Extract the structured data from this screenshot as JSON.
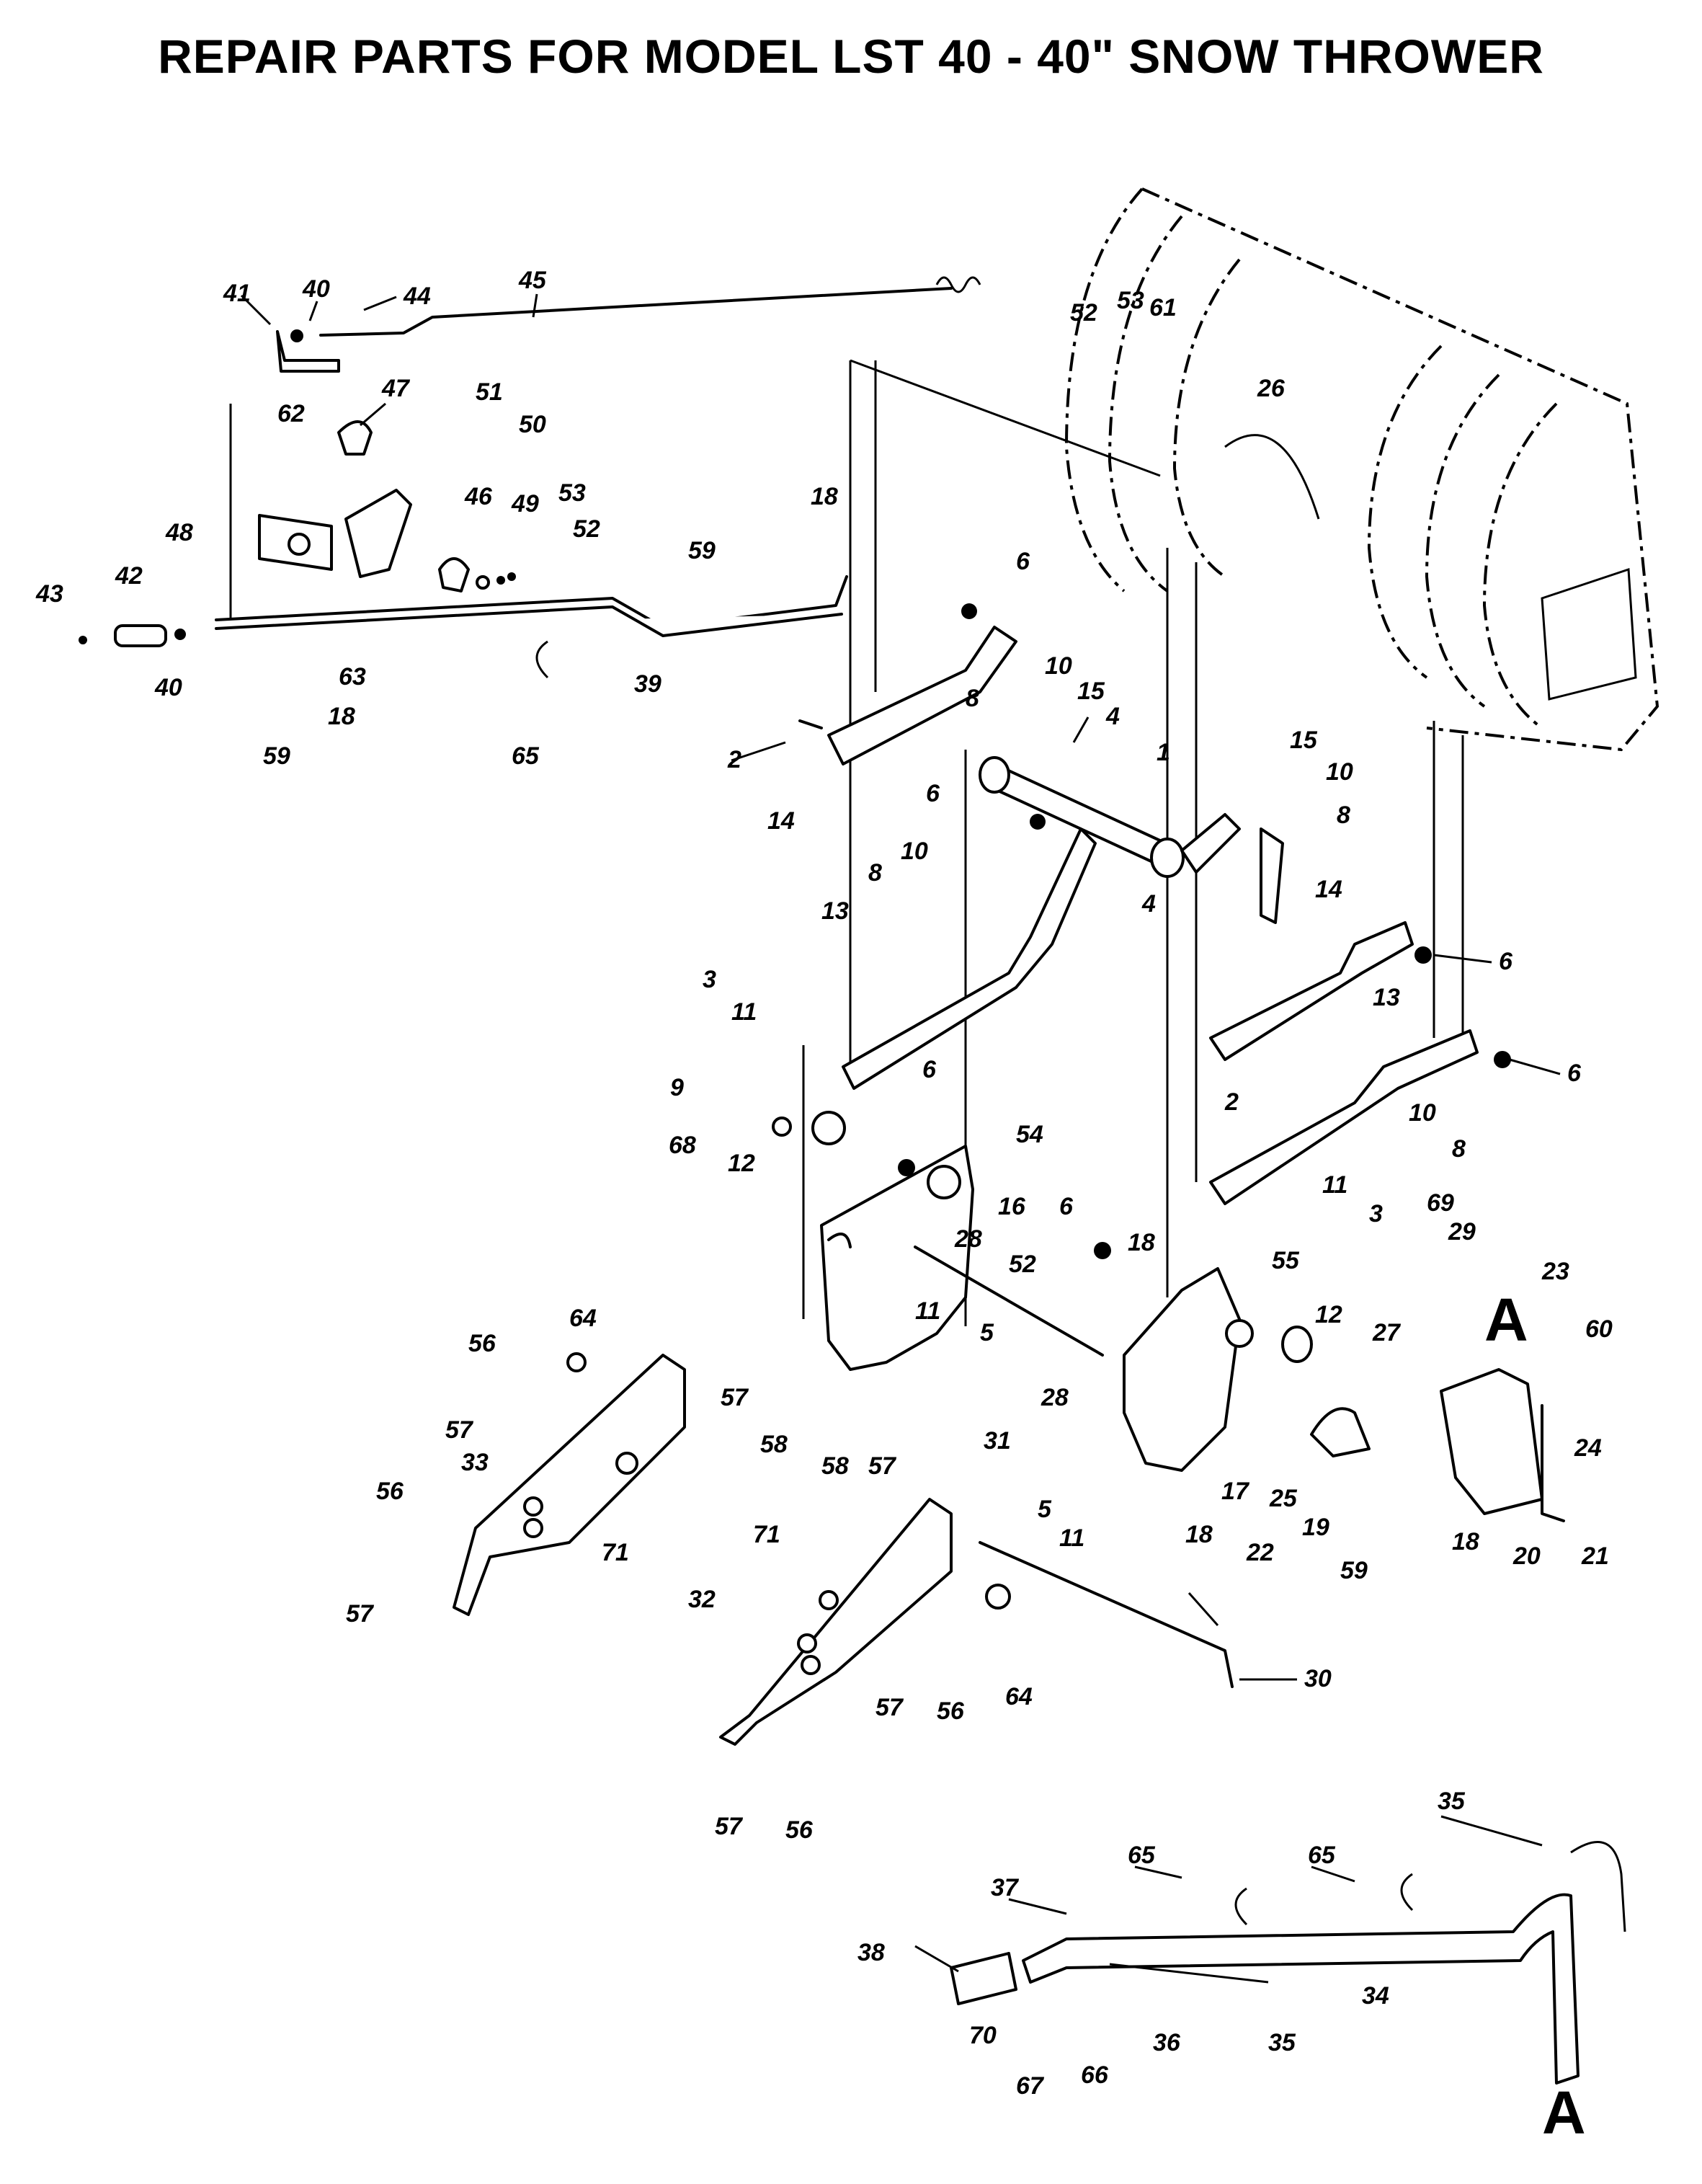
{
  "title": "REPAIR PARTS FOR MODEL LST 40 - 40\" SNOW THROWER",
  "section_markers": [
    "A",
    "A"
  ],
  "part_labels": {
    "p1": "1",
    "p2a": "2",
    "p2b": "2",
    "p3a": "3",
    "p3b": "3",
    "p4a": "4",
    "p4b": "4",
    "p5a": "5",
    "p5b": "5",
    "p6a": "6",
    "p6b": "6",
    "p6c": "6",
    "p6d": "6",
    "p6e": "6",
    "p6f": "6",
    "p8a": "8",
    "p8b": "8",
    "p8c": "8",
    "p8d": "8",
    "p9": "9",
    "p10a": "10",
    "p10b": "10",
    "p10c": "10",
    "p10d": "10",
    "p11a": "11",
    "p11b": "11",
    "p11c": "11",
    "p11d": "11",
    "p12a": "12",
    "p12b": "12",
    "p13a": "13",
    "p13b": "13",
    "p14a": "14",
    "p14b": "14",
    "p15a": "15",
    "p15b": "15",
    "p16": "16",
    "p17": "17",
    "p18a": "18",
    "p18b": "18",
    "p18c": "18",
    "p18d": "18",
    "p18e": "18",
    "p19": "19",
    "p20": "20",
    "p21": "21",
    "p22": "22",
    "p23": "23",
    "p24": "24",
    "p25": "25",
    "p26": "26",
    "p27": "27",
    "p28a": "28",
    "p28b": "28",
    "p29": "29",
    "p30": "30",
    "p31": "31",
    "p32": "32",
    "p33": "33",
    "p34": "34",
    "p35a": "35",
    "p35b": "35",
    "p36": "36",
    "p37": "37",
    "p38": "38",
    "p39": "39",
    "p40a": "40",
    "p40b": "40",
    "p41": "41",
    "p42": "42",
    "p43": "43",
    "p44": "44",
    "p45": "45",
    "p46": "46",
    "p47": "47",
    "p48": "48",
    "p49": "49",
    "p50": "50",
    "p51": "51",
    "p52a": "52",
    "p52b": "52",
    "p52c": "52",
    "p53a": "53",
    "p53b": "53",
    "p54": "54",
    "p55": "55",
    "p56a": "56",
    "p56b": "56",
    "p56c": "56",
    "p56d": "56",
    "p57a": "57",
    "p57b": "57",
    "p57c": "57",
    "p57d": "57",
    "p57e": "57",
    "p57f": "57",
    "p58a": "58",
    "p58b": "58",
    "p59a": "59",
    "p59b": "59",
    "p59c": "59",
    "p60": "60",
    "p61": "61",
    "p62": "62",
    "p63": "63",
    "p64a": "64",
    "p64b": "64",
    "p65a": "65",
    "p65b": "65",
    "p65c": "65",
    "p66": "66",
    "p67": "67",
    "p68": "68",
    "p69": "69",
    "p70": "70",
    "p71a": "71",
    "p71b": "71"
  }
}
